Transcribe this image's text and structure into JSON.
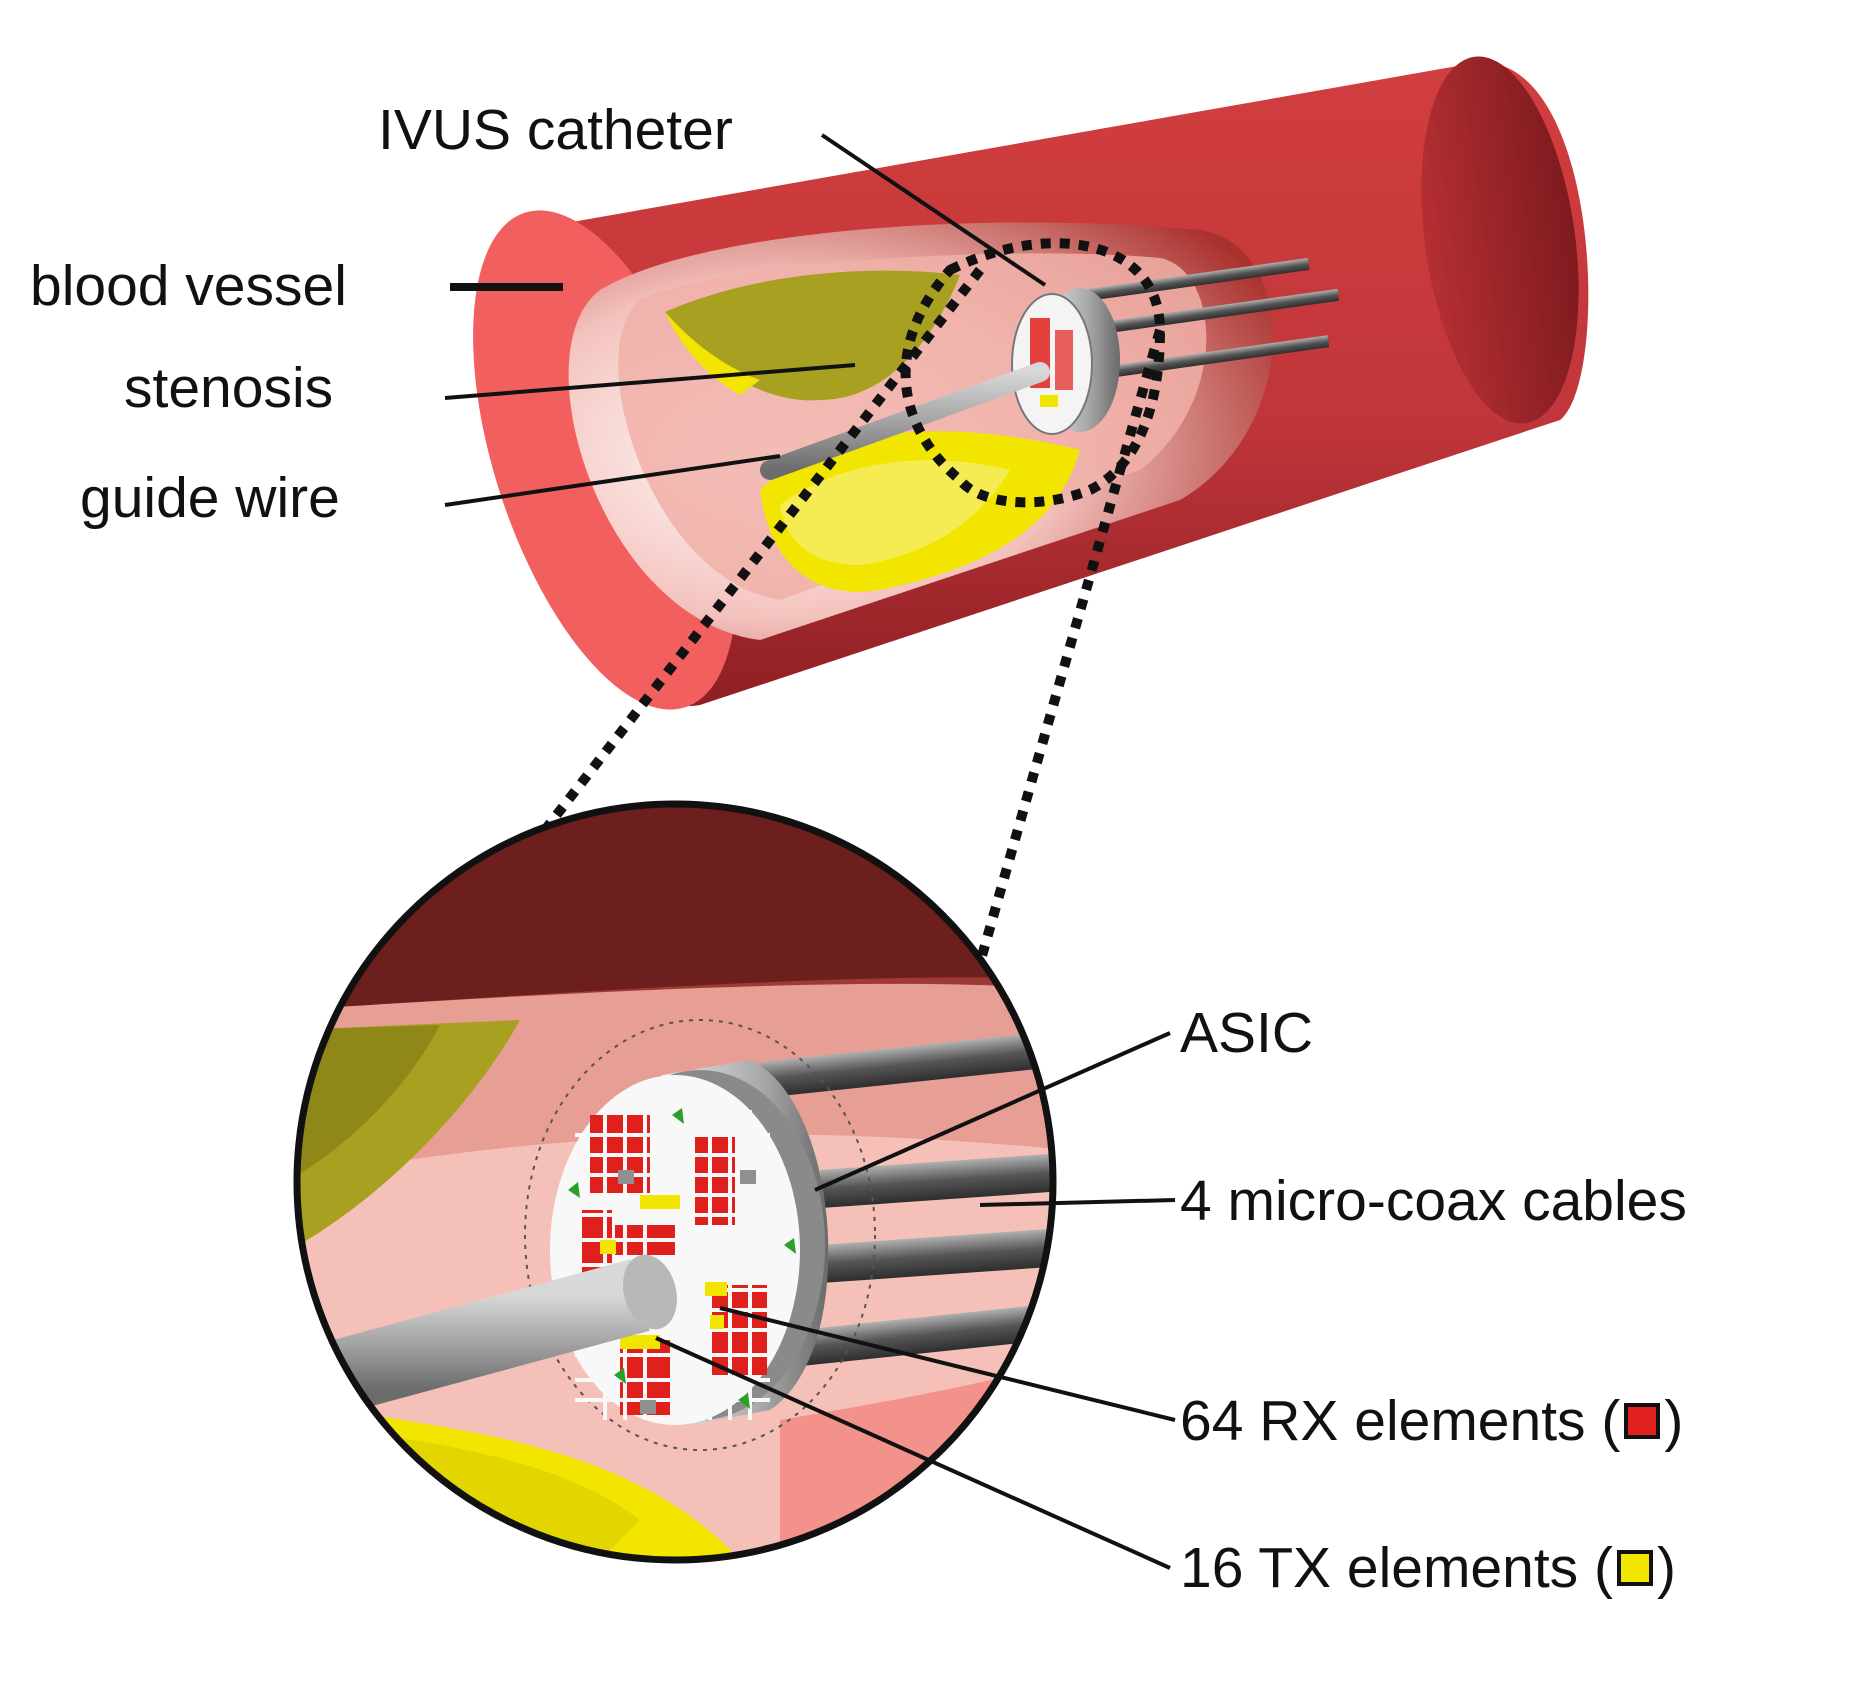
{
  "labels": {
    "ivus_catheter": "IVUS catheter",
    "blood_vessel": "blood vessel",
    "stenosis": "stenosis",
    "guide_wire": "guide wire",
    "asic": "ASIC",
    "micro_coax": "4 micro-coax cables",
    "rx_elements": {
      "prefix": "64 RX elements (",
      "suffix": ")"
    },
    "tx_elements": {
      "prefix": "16 TX elements (",
      "suffix": ")"
    }
  },
  "colors": {
    "vessel_outer": "#c4373a",
    "vessel_dark": "#8e1f24",
    "vessel_rim": "#f25f5f",
    "lumen": "#f2a8a0",
    "stenosis_yellow": "#f2e600",
    "stenosis_olive": "#a8a020",
    "rx_element": "#e0201c",
    "tx_element": "#f2e600",
    "catheter_gray": "#9a9a9a"
  }
}
